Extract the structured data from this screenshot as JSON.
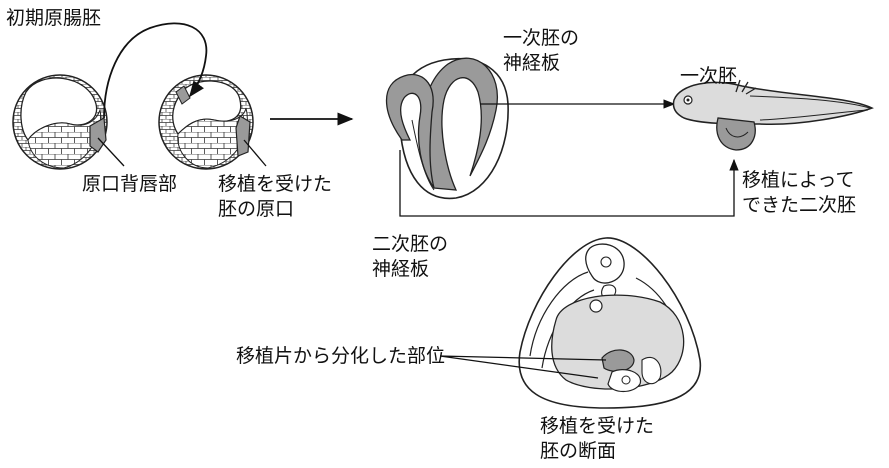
{
  "title": "初期原腸胚",
  "labels": {
    "dorsal_lip": "原口背唇部",
    "recipient_blastopore": [
      "移植を受けた",
      "胚の原口"
    ],
    "primary_neural_plate": [
      "一次胚の",
      "神経板"
    ],
    "primary_embryo": "一次胚",
    "secondary_neural_plate": [
      "二次胚の",
      "神経板"
    ],
    "secondary_embryo": [
      "移植によって",
      "できた二次胚"
    ],
    "graft_derived": "移植片から分化した部位",
    "cross_section": [
      "移植を受けた",
      "胚の断面"
    ]
  },
  "colors": {
    "stroke": "#222222",
    "shade": "#9a9a9a",
    "light_fill": "#dcdcdc",
    "paper": "#ffffff"
  }
}
